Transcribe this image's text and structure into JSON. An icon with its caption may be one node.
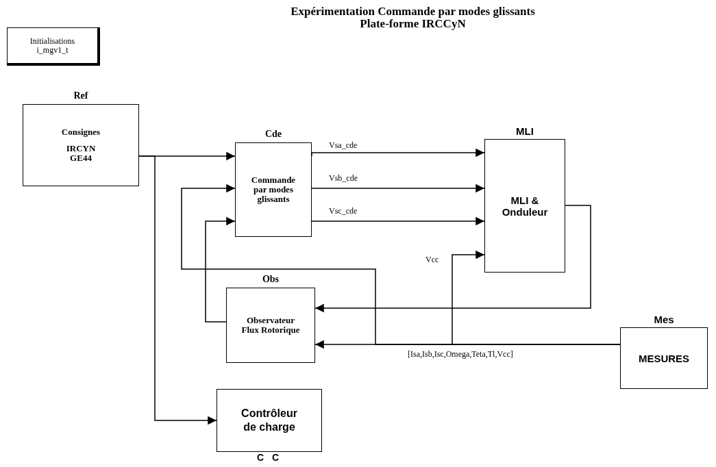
{
  "diagram": {
    "title": "Expérimentation Commande par modes glissants Plate-forme IRCCyN",
    "nodes": [
      {
        "text": [
          "Initialisations i_mgv1_t"
        ]
      },
      {
        "text": [
          "Ref",
          "Consignes",
          "IRCYN GE44"
        ]
      },
      {
        "text": [
          "Cde",
          "Commande par modes glissants"
        ]
      },
      {
        "text": [
          "MLI",
          "MLI & Onduleur"
        ]
      },
      {
        "text": [
          "Obs",
          "Observateur Flux Rotorique"
        ]
      },
      {
        "text": [
          "Mes",
          "MESURES"
        ]
      },
      {
        "text": [
          "Contrôleur de charge"
        ],
        "beside": [
          "C C"
        ]
      }
    ],
    "edges": [
      {
        "from": 1,
        "to": 2,
        "arrow": "to"
      },
      {
        "from": 1,
        "to": 6,
        "arrow": "to"
      },
      {
        "from": 2,
        "to": 3,
        "arrow": "to",
        "label": "Vsa_cde"
      },
      {
        "from": 2,
        "to": 3,
        "arrow": "to",
        "label": "Vsb_cde"
      },
      {
        "from": 2,
        "to": 3,
        "arrow": "to",
        "label": "Vsc_cde"
      },
      {
        "from": 3,
        "to": 4,
        "arrow": "to"
      },
      {
        "from": 5,
        "to": 4,
        "arrow": "to",
        "label": "[Isa,Isb,Isc,Omega,Teta,Tl,Vcc]"
      },
      {
        "from": 5,
        "to": 2,
        "arrow": "to"
      },
      {
        "from": 5,
        "to": 3,
        "arrow": "to",
        "label": "Vcc"
      },
      {
        "from": 4,
        "to": 2,
        "arrow": "to"
      }
    ]
  }
}
